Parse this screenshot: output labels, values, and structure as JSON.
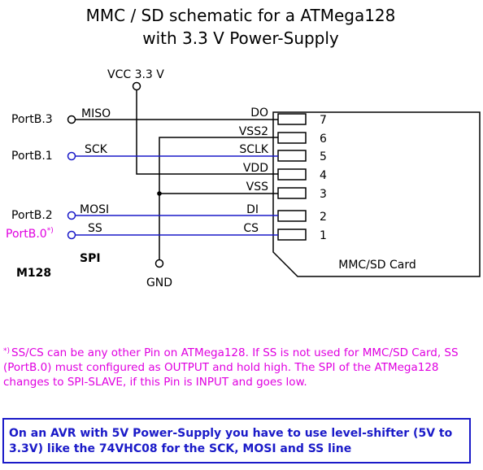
{
  "title": {
    "line1": "MMC / SD  schematic for a ATMega128",
    "line2": "with 3.3 V Power-Supply"
  },
  "labels": {
    "vcc": "VCC 3.3 V",
    "gnd": "GND",
    "spi": "SPI",
    "m128": "M128",
    "card": "MMC/SD Card"
  },
  "ports": [
    {
      "name": "PortB.3",
      "signal": "MISO",
      "pin_name": "DO",
      "pin": "7",
      "color": "#000000"
    },
    {
      "name": "PortB.1",
      "signal": "SCK",
      "pin_name": "SCLK",
      "pin": "5",
      "color": "#1a1ac8"
    },
    {
      "name": "PortB.2",
      "signal": "MOSI",
      "pin_name": "DI",
      "pin": "2",
      "color": "#1a1ac8"
    },
    {
      "name": "PortB.0",
      "signal": "SS",
      "pin_name": "CS",
      "pin": "1",
      "color": "#1a1ac8",
      "marker": "*)"
    }
  ],
  "power_pins": [
    {
      "pin_name": "VSS2",
      "pin": "6"
    },
    {
      "pin_name": "VDD",
      "pin": "4"
    },
    {
      "pin_name": "VSS",
      "pin": "3"
    }
  ],
  "colors": {
    "signal_blue": "#1a1ac8",
    "note_pink": "#e000e0",
    "wire_black": "#000000"
  },
  "note": {
    "marker": "*)",
    "text": "SS/CS can be any other Pin on ATMega128. If SS is not used for MMC/SD Card, SS (PortB.0) must configured as OUTPUT and hold high. The SPI of the ATMega128 changes to SPI-SLAVE, if this Pin is INPUT and goes low."
  },
  "warning": {
    "text": "On an AVR with 5V Power-Supply you have to use level-shifter (5V to 3.3V) like the 74VHC08 for the SCK,  MOSI and SS line"
  }
}
